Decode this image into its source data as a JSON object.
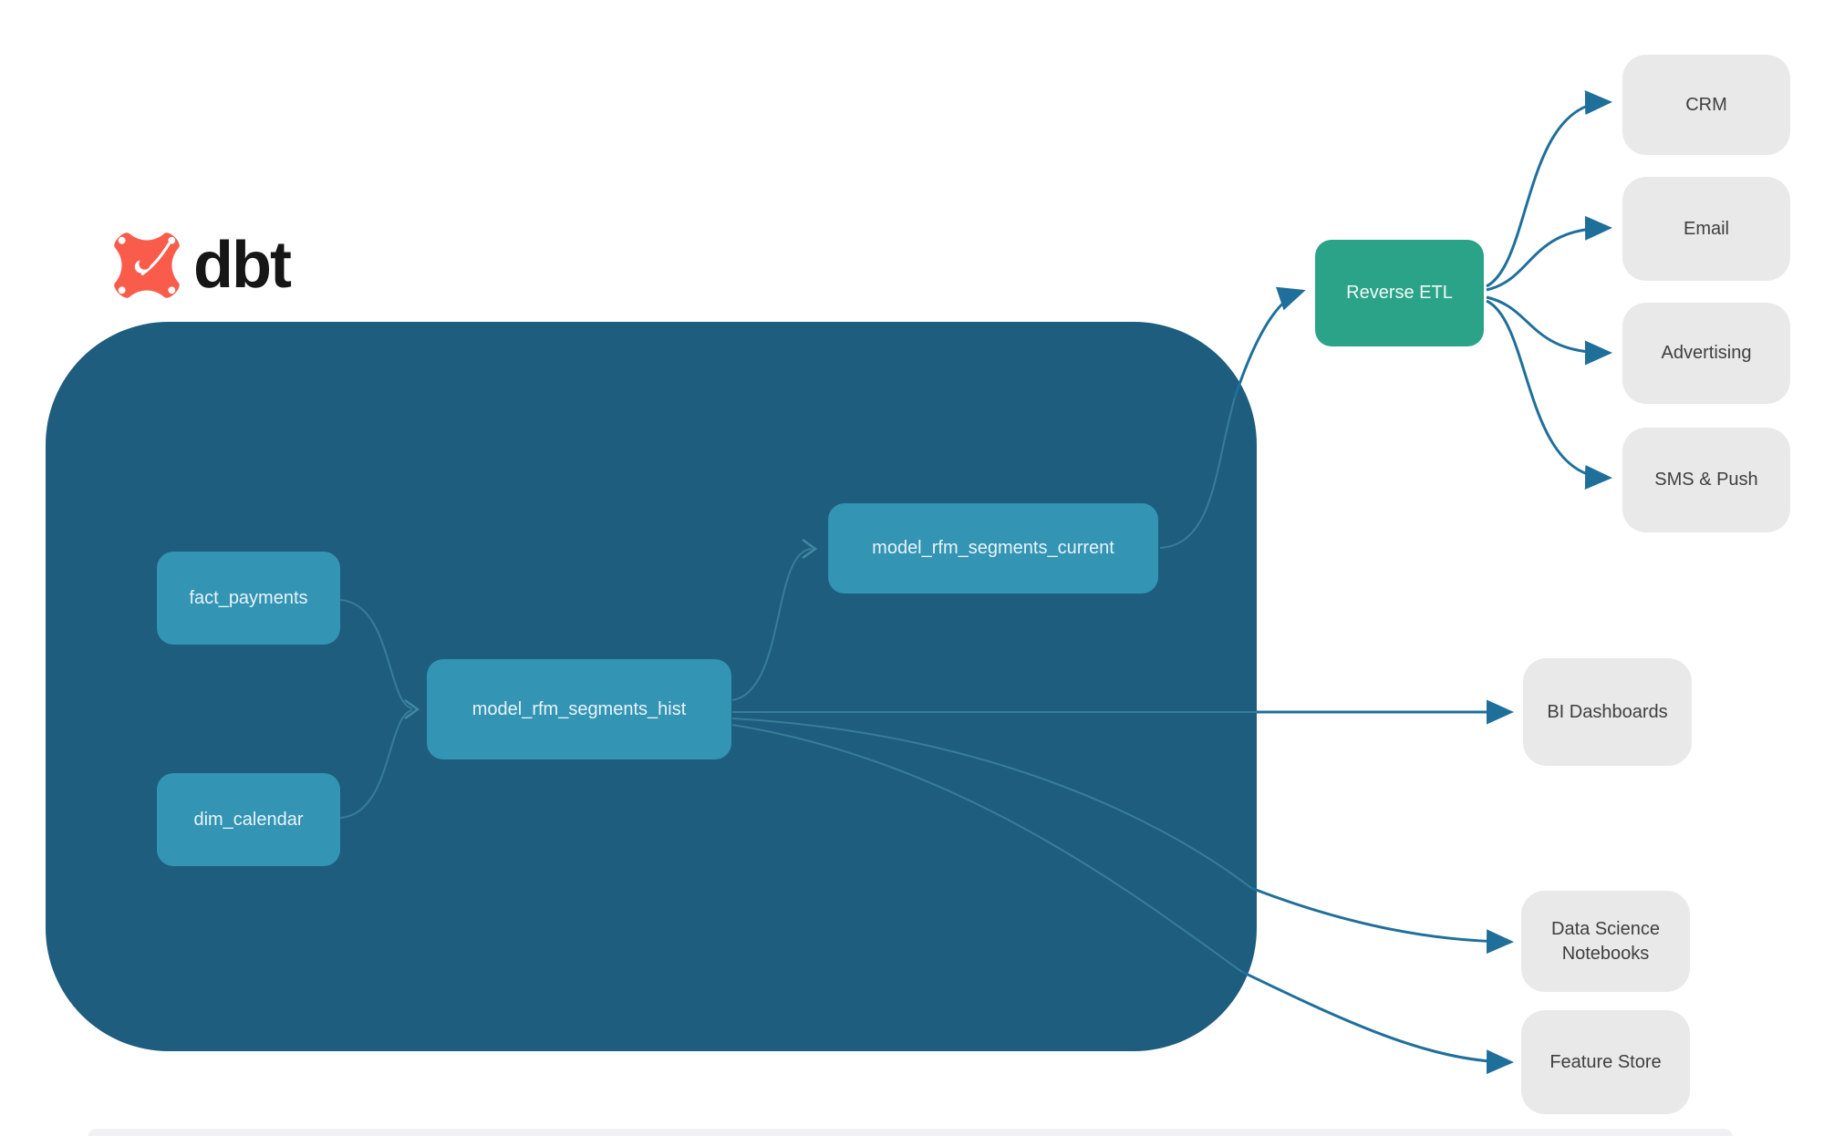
{
  "logo": {
    "brand": "dbt"
  },
  "colors": {
    "warehouse_container": "#1E5D7D",
    "model_node": "#3394B4",
    "reverse_etl_node": "#2BA388",
    "destination_node": "#E9E9E9",
    "edge_outer": "#1F6F9B",
    "edge_inner": "#4E97B0",
    "logo_orange": "#FA5C4C",
    "model_text": "#EAF4F8",
    "destination_text": "#3F3F3F"
  },
  "warehouse": {
    "nodes": [
      {
        "id": "fact_payments",
        "label": "fact_payments"
      },
      {
        "id": "dim_calendar",
        "label": "dim_calendar"
      },
      {
        "id": "model_rfm_segments_hist",
        "label": "model_rfm_segments_hist"
      },
      {
        "id": "model_rfm_segments_current",
        "label": "model_rfm_segments_current"
      }
    ]
  },
  "reverse_etl": {
    "label": "Reverse ETL"
  },
  "destinations": [
    {
      "id": "crm",
      "label": "CRM"
    },
    {
      "id": "email",
      "label": "Email"
    },
    {
      "id": "advertising",
      "label": "Advertising"
    },
    {
      "id": "sms_push",
      "label": "SMS & Push"
    },
    {
      "id": "bi_dashboards",
      "label": "BI Dashboards"
    },
    {
      "id": "data_science_notebooks",
      "label": "Data Science Notebooks"
    },
    {
      "id": "feature_store",
      "label": "Feature Store"
    }
  ],
  "edges": [
    {
      "from": "fact_payments",
      "to": "model_rfm_segments_hist"
    },
    {
      "from": "dim_calendar",
      "to": "model_rfm_segments_hist"
    },
    {
      "from": "model_rfm_segments_hist",
      "to": "model_rfm_segments_current"
    },
    {
      "from": "model_rfm_segments_hist",
      "to": "bi_dashboards"
    },
    {
      "from": "model_rfm_segments_hist",
      "to": "data_science_notebooks"
    },
    {
      "from": "model_rfm_segments_hist",
      "to": "feature_store"
    },
    {
      "from": "model_rfm_segments_current",
      "to": "reverse_etl"
    },
    {
      "from": "reverse_etl",
      "to": "crm"
    },
    {
      "from": "reverse_etl",
      "to": "email"
    },
    {
      "from": "reverse_etl",
      "to": "advertising"
    },
    {
      "from": "reverse_etl",
      "to": "sms_push"
    }
  ]
}
